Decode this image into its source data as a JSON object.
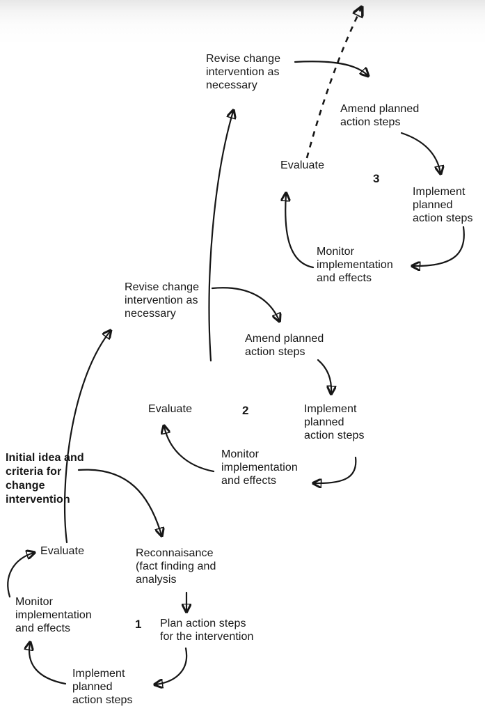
{
  "colors": {
    "ink": "#161616",
    "background": "#ffffff",
    "background_top_band": "#e7e7e7"
  },
  "labels": {
    "initial_idea": "Initial idea and\ncriteria for\nchange\nintervention",
    "cycle1": {
      "number": "1",
      "reconnaissance": "Reconnaisance\n(fact finding and\nanalysis",
      "plan": "Plan action steps\nfor the intervention",
      "implement": "Implement\nplanned\naction steps",
      "monitor": "Monitor\nimplementation\nand effects",
      "evaluate": "Evaluate"
    },
    "cycle2": {
      "number": "2",
      "revise": "Revise change\nintervention as\nnecessary",
      "amend": "Amend planned\naction steps",
      "implement": "Implement\nplanned\naction steps",
      "monitor": "Monitor\nimplementation\nand effects",
      "evaluate": "Evaluate"
    },
    "cycle3": {
      "number": "3",
      "revise": "Revise change\nintervention as\nnecessary",
      "amend": "Amend planned\naction steps",
      "implement": "Implement\nplanned\naction steps",
      "monitor": "Monitor\nimplementation\nand effects",
      "evaluate": "Evaluate"
    }
  },
  "arrows": [
    {
      "from": "cycle1-monitor",
      "to": "cycle1-evaluate",
      "style": "solid"
    },
    {
      "from": "cycle1-implement",
      "to": "cycle1-monitor",
      "style": "solid"
    },
    {
      "from": "cycle1-plan",
      "to": "cycle1-implement",
      "style": "solid"
    },
    {
      "from": "cycle1-reconnaissance",
      "to": "cycle1-plan",
      "style": "solid"
    },
    {
      "from": "initial-idea",
      "to": "cycle1-reconnaissance",
      "style": "solid"
    },
    {
      "from": "cycle1-evaluate",
      "to": "cycle2-revise",
      "style": "solid"
    },
    {
      "from": "cycle2-revise",
      "to": "cycle2-amend",
      "style": "solid"
    },
    {
      "from": "cycle2-amend",
      "to": "cycle2-implement",
      "style": "solid"
    },
    {
      "from": "cycle2-implement",
      "to": "cycle2-monitor",
      "style": "solid"
    },
    {
      "from": "cycle2-monitor",
      "to": "cycle2-evaluate",
      "style": "solid"
    },
    {
      "from": "cycle2-revise",
      "to": "cycle3-revise",
      "style": "solid"
    },
    {
      "from": "cycle3-revise",
      "to": "cycle3-amend",
      "style": "solid"
    },
    {
      "from": "cycle3-amend",
      "to": "cycle3-implement",
      "style": "solid"
    },
    {
      "from": "cycle3-implement",
      "to": "cycle3-monitor",
      "style": "solid"
    },
    {
      "from": "cycle3-monitor",
      "to": "cycle3-evaluate",
      "style": "solid"
    },
    {
      "from": "cycle3-evaluate",
      "to": "next-cycle",
      "style": "dashed"
    }
  ]
}
